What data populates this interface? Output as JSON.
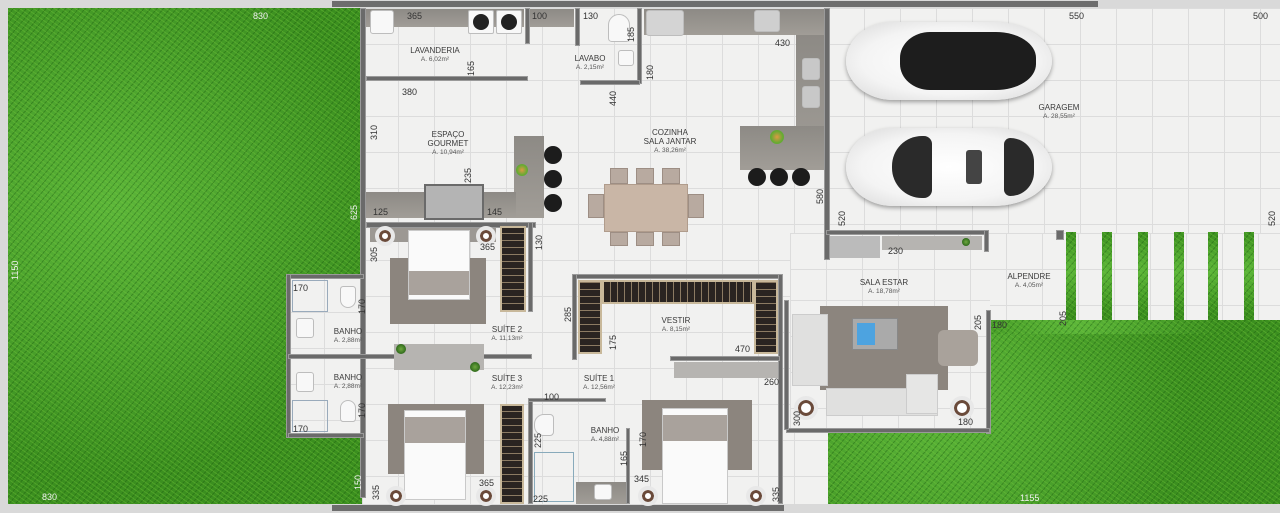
{
  "plan": {
    "title": "Floor plan",
    "colors": {
      "grass": "#3f9a22",
      "floor": "#f1f1f0",
      "wall": "#6a6a6a",
      "counter": "#9a968f",
      "rug": "#8c857e",
      "wardrobe": "#2a2421",
      "text": "#3a3a3a"
    }
  },
  "rooms": {
    "lavanderia": {
      "name": "LAVANDERIA",
      "area": "A. 6,02m²"
    },
    "lavabo": {
      "name": "LAVABO",
      "area": "A. 2,15m²"
    },
    "espaco_gourmet": {
      "name": "ESPAÇO\nGOURMET",
      "name_line1": "ESPAÇO",
      "name_line2": "GOURMET",
      "area": "A. 10,94m²"
    },
    "cozinha": {
      "name_line1": "COZINHA",
      "name_line2": "SALA JANTAR",
      "area": "A. 38,26m²"
    },
    "garagem": {
      "name": "GARAGEM",
      "area": "A. 28,55m²"
    },
    "suite2": {
      "name": "SUÍTE 2",
      "area": "A. 11,13m²"
    },
    "banho_suite2": {
      "name": "BANHO",
      "area": "A. 2,88m²"
    },
    "banho_suite3": {
      "name": "BANHO",
      "area": "A. 2,88m²"
    },
    "suite3": {
      "name": "SUÍTE 3",
      "area": "A. 12,23m²"
    },
    "vestir": {
      "name": "VESTIR",
      "area": "A. 8,15m²"
    },
    "suite1": {
      "name": "SUÍTE 1",
      "area": "A. 12,56m²"
    },
    "banho_suite1": {
      "name": "BANHO",
      "area": "A. 4,88m²"
    },
    "sala_estar": {
      "name": "SALA ESTAR",
      "area": "A. 18,78m²"
    },
    "alpendre": {
      "name": "ALPENDRE",
      "area": "A. 4,05m²"
    }
  },
  "dimensions": {
    "lot_top_left": "830",
    "lot_bottom_left": "830",
    "lot_left_side": "1150",
    "lot_bottom_right": "1155",
    "garage_top": "550",
    "lot_top_right": "500",
    "garage_right": "520",
    "garage_left": "520",
    "lav_counter": "365",
    "lav_sink": "100",
    "lav_height": "165",
    "lavabo_w": "130",
    "lavabo_h": "185",
    "lavabo_side": "180",
    "kitchen_counter": "430",
    "gourmet_w": "380",
    "gourmet_h": "310",
    "gourmet_bbq": "235",
    "kitchen_h": "440",
    "kitchen_side": "580",
    "left_wall": "625",
    "gourmet_c1": "125",
    "gourmet_c2": "145",
    "suite2_h": "305",
    "suite2_w": "365",
    "wardrobe2": "130",
    "vestir_h": "285",
    "vestir_inner": "175",
    "vestir_w": "470",
    "banho2_w": "170",
    "banho2_h": "170",
    "banho3_w": "170",
    "banho3_h": "170",
    "suite3_w": "365",
    "suite3_h": "335",
    "suite3_side": "150",
    "banho1_door": "100",
    "banho1_h": "225",
    "banho1_w": "225",
    "banho1_inner": "165",
    "suite1_w": "345",
    "suite1_bed": "170",
    "suite1_h": "335",
    "sala_tv": "230",
    "sala_desk": "260",
    "sala_h": "205",
    "sala_side": "180",
    "sala_left": "300",
    "sala_bottom": "180",
    "alpendre_h": "205"
  },
  "icons": {
    "car": "car-icon",
    "bed": "bed-icon",
    "sofa": "sofa-icon",
    "toilet": "toilet-icon",
    "sink": "sink-icon",
    "washer": "washing-machine-icon",
    "table": "dining-table-icon",
    "plant": "plant-icon"
  }
}
